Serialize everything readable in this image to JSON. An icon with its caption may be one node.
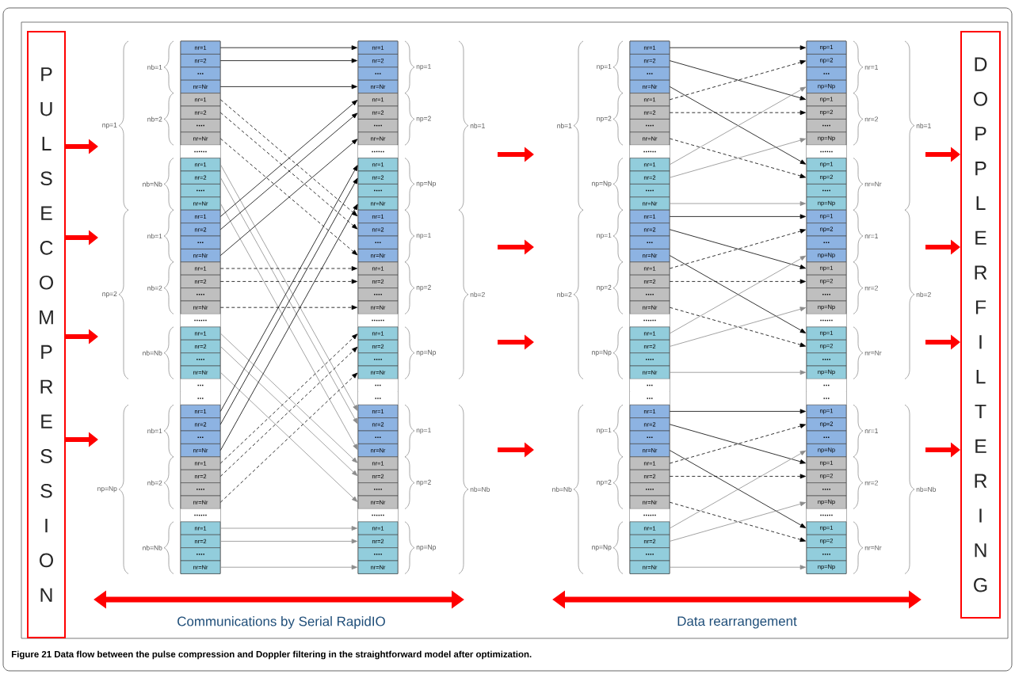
{
  "diagram": {
    "caption": "Figure 21 Data flow between the pulse compression and Doppler filtering in the straightforward model after optimization.",
    "nodes": [
      {
        "text": [
          "PULSE COMPRESSION"
        ]
      },
      {
        "text": [
          "nr=1"
        ]
      },
      {
        "text": [
          "nr=2"
        ]
      },
      {
        "text": [
          "..."
        ]
      },
      {
        "text": [
          "nr=Nr"
        ]
      },
      {
        "text": [
          "nr=1"
        ]
      },
      {
        "text": [
          "nr=2"
        ]
      },
      {
        "text": [
          "...."
        ]
      },
      {
        "text": [
          "nr=Nr"
        ]
      },
      {
        "text": [
          "......"
        ]
      },
      {
        "text": [
          "nr=1"
        ]
      },
      {
        "text": [
          "nr=2"
        ]
      },
      {
        "text": [
          "...."
        ]
      },
      {
        "text": [
          "nr=Nr"
        ]
      },
      {
        "text": [
          "nr=1"
        ]
      },
      {
        "text": [
          "nr=2"
        ]
      },
      {
        "text": [
          "..."
        ]
      },
      {
        "text": [
          "nr=Nr"
        ]
      },
      {
        "text": [
          "nr=1"
        ]
      },
      {
        "text": [
          "nr=2"
        ]
      },
      {
        "text": [
          "...."
        ]
      },
      {
        "text": [
          "nr=Nr"
        ]
      },
      {
        "text": [
          "......"
        ]
      },
      {
        "text": [
          "nr=1"
        ]
      },
      {
        "text": [
          "nr=2"
        ]
      },
      {
        "text": [
          "...."
        ]
      },
      {
        "text": [
          "nr=Nr"
        ]
      },
      {
        "text": [
          "..."
        ]
      },
      {
        "text": [
          "..."
        ]
      },
      {
        "text": [
          "nr=1"
        ]
      },
      {
        "text": [
          "nr=2"
        ]
      },
      {
        "text": [
          "..."
        ]
      },
      {
        "text": [
          "nr=Nr"
        ]
      },
      {
        "text": [
          "nr=1"
        ]
      },
      {
        "text": [
          "nr=2"
        ]
      },
      {
        "text": [
          "...."
        ]
      },
      {
        "text": [
          "nr=Nr"
        ]
      },
      {
        "text": [
          "......"
        ]
      },
      {
        "text": [
          "nr=1"
        ]
      },
      {
        "text": [
          "nr=2"
        ]
      },
      {
        "text": [
          "...."
        ]
      },
      {
        "text": [
          "nr=Nr"
        ]
      },
      {
        "text": [
          "nr=1"
        ]
      },
      {
        "text": [
          "nr=2"
        ]
      },
      {
        "text": [
          "..."
        ]
      },
      {
        "text": [
          "nr=Nr"
        ]
      },
      {
        "text": [
          "nr=1"
        ]
      },
      {
        "text": [
          "nr=2"
        ]
      },
      {
        "text": [
          "...."
        ]
      },
      {
        "text": [
          "nr=Nr"
        ]
      },
      {
        "text": [
          "......"
        ]
      },
      {
        "text": [
          "nr=1"
        ]
      },
      {
        "text": [
          "nr=2"
        ]
      },
      {
        "text": [
          "...."
        ]
      },
      {
        "text": [
          "nr=Nr"
        ]
      },
      {
        "text": [
          "nr=1"
        ]
      },
      {
        "text": [
          "nr=2"
        ]
      },
      {
        "text": [
          "..."
        ]
      },
      {
        "text": [
          "nr=Nr"
        ]
      },
      {
        "text": [
          "nr=1"
        ]
      },
      {
        "text": [
          "nr=2"
        ]
      },
      {
        "text": [
          "...."
        ]
      },
      {
        "text": [
          "nr=Nr"
        ]
      },
      {
        "text": [
          "......"
        ]
      },
      {
        "text": [
          "nr=1"
        ]
      },
      {
        "text": [
          "nr=2"
        ]
      },
      {
        "text": [
          "...."
        ]
      },
      {
        "text": [
          "nr=Nr"
        ]
      },
      {
        "text": [
          "..."
        ]
      },
      {
        "text": [
          "..."
        ]
      },
      {
        "text": [
          "nr=1"
        ]
      },
      {
        "text": [
          "nr=2"
        ]
      },
      {
        "text": [
          "..."
        ]
      },
      {
        "text": [
          "nr=Nr"
        ]
      },
      {
        "text": [
          "nr=1"
        ]
      },
      {
        "text": [
          "nr=2"
        ]
      },
      {
        "text": [
          "...."
        ]
      },
      {
        "text": [
          "nr=Nr"
        ]
      },
      {
        "text": [
          "......"
        ]
      },
      {
        "text": [
          "nr=1"
        ]
      },
      {
        "text": [
          "nr=2"
        ]
      },
      {
        "text": [
          "...."
        ]
      },
      {
        "text": [
          "nr=Nr"
        ]
      },
      {
        "text": [
          "nr=1"
        ]
      },
      {
        "text": [
          "nr=2"
        ]
      },
      {
        "text": [
          "..."
        ]
      },
      {
        "text": [
          "nr=Nr"
        ]
      },
      {
        "text": [
          "nr=1"
        ]
      },
      {
        "text": [
          "nr=2"
        ]
      },
      {
        "text": [
          "...."
        ]
      },
      {
        "text": [
          "nr=Nr"
        ]
      },
      {
        "text": [
          "......"
        ]
      },
      {
        "text": [
          "nr=1"
        ]
      },
      {
        "text": [
          "nr=2"
        ]
      },
      {
        "text": [
          "...."
        ]
      },
      {
        "text": [
          "nr=Nr"
        ]
      },
      {
        "text": [
          "nr=1"
        ]
      },
      {
        "text": [
          "nr=2"
        ]
      },
      {
        "text": [
          "..."
        ]
      },
      {
        "text": [
          "nr=Nr"
        ]
      },
      {
        "text": [
          "nr=1"
        ]
      },
      {
        "text": [
          "nr=2"
        ]
      },
      {
        "text": [
          "...."
        ]
      },
      {
        "text": [
          "nr=Nr"
        ]
      },
      {
        "text": [
          "......"
        ]
      },
      {
        "text": [
          "nr=1"
        ]
      },
      {
        "text": [
          "nr=2"
        ]
      },
      {
        "text": [
          "...."
        ]
      },
      {
        "text": [
          "nr=Nr"
        ]
      },
      {
        "text": [
          "..."
        ]
      },
      {
        "text": [
          "..."
        ]
      },
      {
        "text": [
          "nr=1"
        ]
      },
      {
        "text": [
          "nr=2"
        ]
      },
      {
        "text": [
          "..."
        ]
      },
      {
        "text": [
          "nr=Nr"
        ]
      },
      {
        "text": [
          "nr=1"
        ]
      },
      {
        "text": [
          "nr=2"
        ]
      },
      {
        "text": [
          "...."
        ]
      },
      {
        "text": [
          "nr=Nr"
        ]
      },
      {
        "text": [
          "......"
        ]
      },
      {
        "text": [
          "nr=1"
        ]
      },
      {
        "text": [
          "nr=2"
        ]
      },
      {
        "text": [
          "...."
        ]
      },
      {
        "text": [
          "nr=Nr"
        ]
      },
      {
        "text": [
          "np=1"
        ]
      },
      {
        "text": [
          "np=2"
        ]
      },
      {
        "text": [
          "..."
        ]
      },
      {
        "text": [
          "np=Np"
        ]
      },
      {
        "text": [
          "np=1"
        ]
      },
      {
        "text": [
          "np=2"
        ]
      },
      {
        "text": [
          "...."
        ]
      },
      {
        "text": [
          "np=Np"
        ]
      },
      {
        "text": [
          "......"
        ]
      },
      {
        "text": [
          "np=1"
        ]
      },
      {
        "text": [
          "np=2"
        ]
      },
      {
        "text": [
          "...."
        ]
      },
      {
        "text": [
          "np=Np"
        ]
      },
      {
        "text": [
          "np=1"
        ]
      },
      {
        "text": [
          "np=2"
        ]
      },
      {
        "text": [
          "..."
        ]
      },
      {
        "text": [
          "np=Np"
        ]
      },
      {
        "text": [
          "np=1"
        ]
      },
      {
        "text": [
          "np=2"
        ]
      },
      {
        "text": [
          "...."
        ]
      },
      {
        "text": [
          "np=Np"
        ]
      },
      {
        "text": [
          "......"
        ]
      },
      {
        "text": [
          "np=1"
        ]
      },
      {
        "text": [
          "np=2"
        ]
      },
      {
        "text": [
          "...."
        ]
      },
      {
        "text": [
          "np=Np"
        ]
      },
      {
        "text": [
          "..."
        ]
      },
      {
        "text": [
          "..."
        ]
      },
      {
        "text": [
          "np=1"
        ]
      },
      {
        "text": [
          "np=2"
        ]
      },
      {
        "text": [
          "..."
        ]
      },
      {
        "text": [
          "np=Np"
        ]
      },
      {
        "text": [
          "np=1"
        ]
      },
      {
        "text": [
          "np=2"
        ]
      },
      {
        "text": [
          "...."
        ]
      },
      {
        "text": [
          "np=Np"
        ]
      },
      {
        "text": [
          "......"
        ]
      },
      {
        "text": [
          "np=1"
        ]
      },
      {
        "text": [
          "np=2"
        ]
      },
      {
        "text": [
          "...."
        ]
      },
      {
        "text": [
          "np=Np"
        ]
      },
      {
        "text": [
          "DOPPLER FILTERING"
        ]
      }
    ],
    "edges": [
      {
        "from": 1,
        "to": 42,
        "arrow": "to"
      },
      {
        "from": 2,
        "to": 43,
        "arrow": "to"
      },
      {
        "from": 4,
        "to": 45,
        "arrow": "to"
      },
      {
        "from": 5,
        "to": 55,
        "arrow": "to",
        "style": "dashed"
      },
      {
        "from": 6,
        "to": 56,
        "arrow": "to",
        "style": "dashed"
      },
      {
        "from": 8,
        "to": 58,
        "arrow": "to",
        "style": "dashed"
      },
      {
        "from": 10,
        "to": 70,
        "arrow": "to",
        "color": "#8c8c8c"
      },
      {
        "from": 11,
        "to": 71,
        "arrow": "to",
        "color": "#8c8c8c"
      },
      {
        "from": 13,
        "to": 73,
        "arrow": "to",
        "color": "#8c8c8c"
      },
      {
        "from": 14,
        "to": 46,
        "arrow": "to"
      },
      {
        "from": 15,
        "to": 47,
        "arrow": "to"
      },
      {
        "from": 17,
        "to": 49,
        "arrow": "to"
      },
      {
        "from": 18,
        "to": 59,
        "arrow": "to",
        "style": "dashed"
      },
      {
        "from": 19,
        "to": 60,
        "arrow": "to",
        "style": "dashed"
      },
      {
        "from": 21,
        "to": 62,
        "arrow": "to",
        "style": "dashed"
      },
      {
        "from": 23,
        "to": 74,
        "arrow": "to",
        "color": "#8c8c8c"
      },
      {
        "from": 24,
        "to": 75,
        "arrow": "to",
        "color": "#8c8c8c"
      },
      {
        "from": 26,
        "to": 77,
        "arrow": "to",
        "color": "#8c8c8c"
      },
      {
        "from": 29,
        "to": 51,
        "arrow": "to"
      },
      {
        "from": 30,
        "to": 52,
        "arrow": "to"
      },
      {
        "from": 32,
        "to": 54,
        "arrow": "to"
      },
      {
        "from": 33,
        "to": 64,
        "arrow": "to",
        "style": "dashed"
      },
      {
        "from": 34,
        "to": 65,
        "arrow": "to",
        "style": "dashed"
      },
      {
        "from": 36,
        "to": 67,
        "arrow": "to",
        "style": "dashed"
      },
      {
        "from": 38,
        "to": 79,
        "arrow": "to",
        "color": "#8c8c8c"
      },
      {
        "from": 39,
        "to": 80,
        "arrow": "to",
        "color": "#8c8c8c"
      },
      {
        "from": 41,
        "to": 82,
        "arrow": "to",
        "color": "#8c8c8c"
      },
      {
        "from": 83,
        "to": 124,
        "arrow": "to"
      },
      {
        "from": 84,
        "to": 128,
        "arrow": "to"
      },
      {
        "from": 86,
        "to": 133,
        "arrow": "to"
      },
      {
        "from": 87,
        "to": 125,
        "arrow": "to",
        "style": "dashed"
      },
      {
        "from": 88,
        "to": 129,
        "arrow": "to",
        "style": "dashed"
      },
      {
        "from": 90,
        "to": 134,
        "arrow": "to",
        "style": "dashed"
      },
      {
        "from": 92,
        "to": 127,
        "arrow": "to",
        "color": "#8c8c8c"
      },
      {
        "from": 93,
        "to": 131,
        "arrow": "to",
        "color": "#8c8c8c"
      },
      {
        "from": 95,
        "to": 136,
        "arrow": "to",
        "color": "#8c8c8c"
      },
      {
        "from": 96,
        "to": 137,
        "arrow": "to"
      },
      {
        "from": 97,
        "to": 141,
        "arrow": "to"
      },
      {
        "from": 99,
        "to": 146,
        "arrow": "to"
      },
      {
        "from": 100,
        "to": 138,
        "arrow": "to",
        "style": "dashed"
      },
      {
        "from": 101,
        "to": 142,
        "arrow": "to",
        "style": "dashed"
      },
      {
        "from": 103,
        "to": 147,
        "arrow": "to",
        "style": "dashed"
      },
      {
        "from": 105,
        "to": 140,
        "arrow": "to",
        "color": "#8c8c8c"
      },
      {
        "from": 106,
        "to": 144,
        "arrow": "to",
        "color": "#8c8c8c"
      },
      {
        "from": 108,
        "to": 149,
        "arrow": "to",
        "color": "#8c8c8c"
      },
      {
        "from": 111,
        "to": 152,
        "arrow": "to"
      },
      {
        "from": 112,
        "to": 156,
        "arrow": "to"
      },
      {
        "from": 114,
        "to": 161,
        "arrow": "to"
      },
      {
        "from": 115,
        "to": 153,
        "arrow": "to",
        "style": "dashed"
      },
      {
        "from": 116,
        "to": 157,
        "arrow": "to",
        "style": "dashed"
      },
      {
        "from": 118,
        "to": 162,
        "arrow": "to",
        "style": "dashed"
      },
      {
        "from": 120,
        "to": 155,
        "arrow": "to",
        "color": "#8c8c8c"
      },
      {
        "from": 121,
        "to": 159,
        "arrow": "to",
        "color": "#8c8c8c"
      },
      {
        "from": 123,
        "to": 164,
        "arrow": "to",
        "color": "#8c8c8c"
      },
      {
        "from": 0,
        "to": null,
        "arrow": "to",
        "style": "thick",
        "color": "#ff0000"
      },
      {
        "from": 0,
        "to": null,
        "arrow": "to",
        "style": "thick",
        "color": "#ff0000"
      },
      {
        "from": 0,
        "to": null,
        "arrow": "to",
        "style": "thick",
        "color": "#ff0000"
      },
      {
        "from": 0,
        "to": null,
        "arrow": "to",
        "style": "thick",
        "color": "#ff0000"
      },
      {
        "from": null,
        "to": 165,
        "arrow": "to",
        "style": "thick",
        "color": "#ff0000"
      },
      {
        "from": null,
        "to": 165,
        "arrow": "to",
        "style": "thick",
        "color": "#ff0000"
      },
      {
        "from": null,
        "to": 165,
        "arrow": "to",
        "style": "thick",
        "color": "#ff0000"
      },
      {
        "from": null,
        "to": 165,
        "arrow": "to",
        "style": "thick",
        "color": "#ff0000"
      }
    ],
    "labels": [
      "np=1",
      "nb=1",
      "nb=2",
      "nb=Nb",
      "np=2",
      "nb=1",
      "nb=2",
      "nb=Nb",
      "np=Np",
      "nb=1",
      "nb=2",
      "nb=Nb",
      "nb=1",
      "np=1",
      "np=2",
      "np=Np",
      "nb=2",
      "np=1",
      "np=2",
      "np=Np",
      "nb=Nb",
      "np=1",
      "np=2",
      "np=Np",
      "nb=1",
      "np=1",
      "np=2",
      "np=Np",
      "nb=2",
      "np=1",
      "np=2",
      "np=Np",
      "nb=Nb",
      "np=1",
      "np=2",
      "np=Np",
      "nb=1",
      "nr=1",
      "nr=2",
      "nr=Nr",
      "nb=2",
      "nr=1",
      "nr=2",
      "nr=Nr",
      "nb=Nb",
      "nr=1",
      "nr=2",
      "nr=Nr",
      "Communications by Serial RapidIO",
      "Data rearrangement"
    ]
  }
}
